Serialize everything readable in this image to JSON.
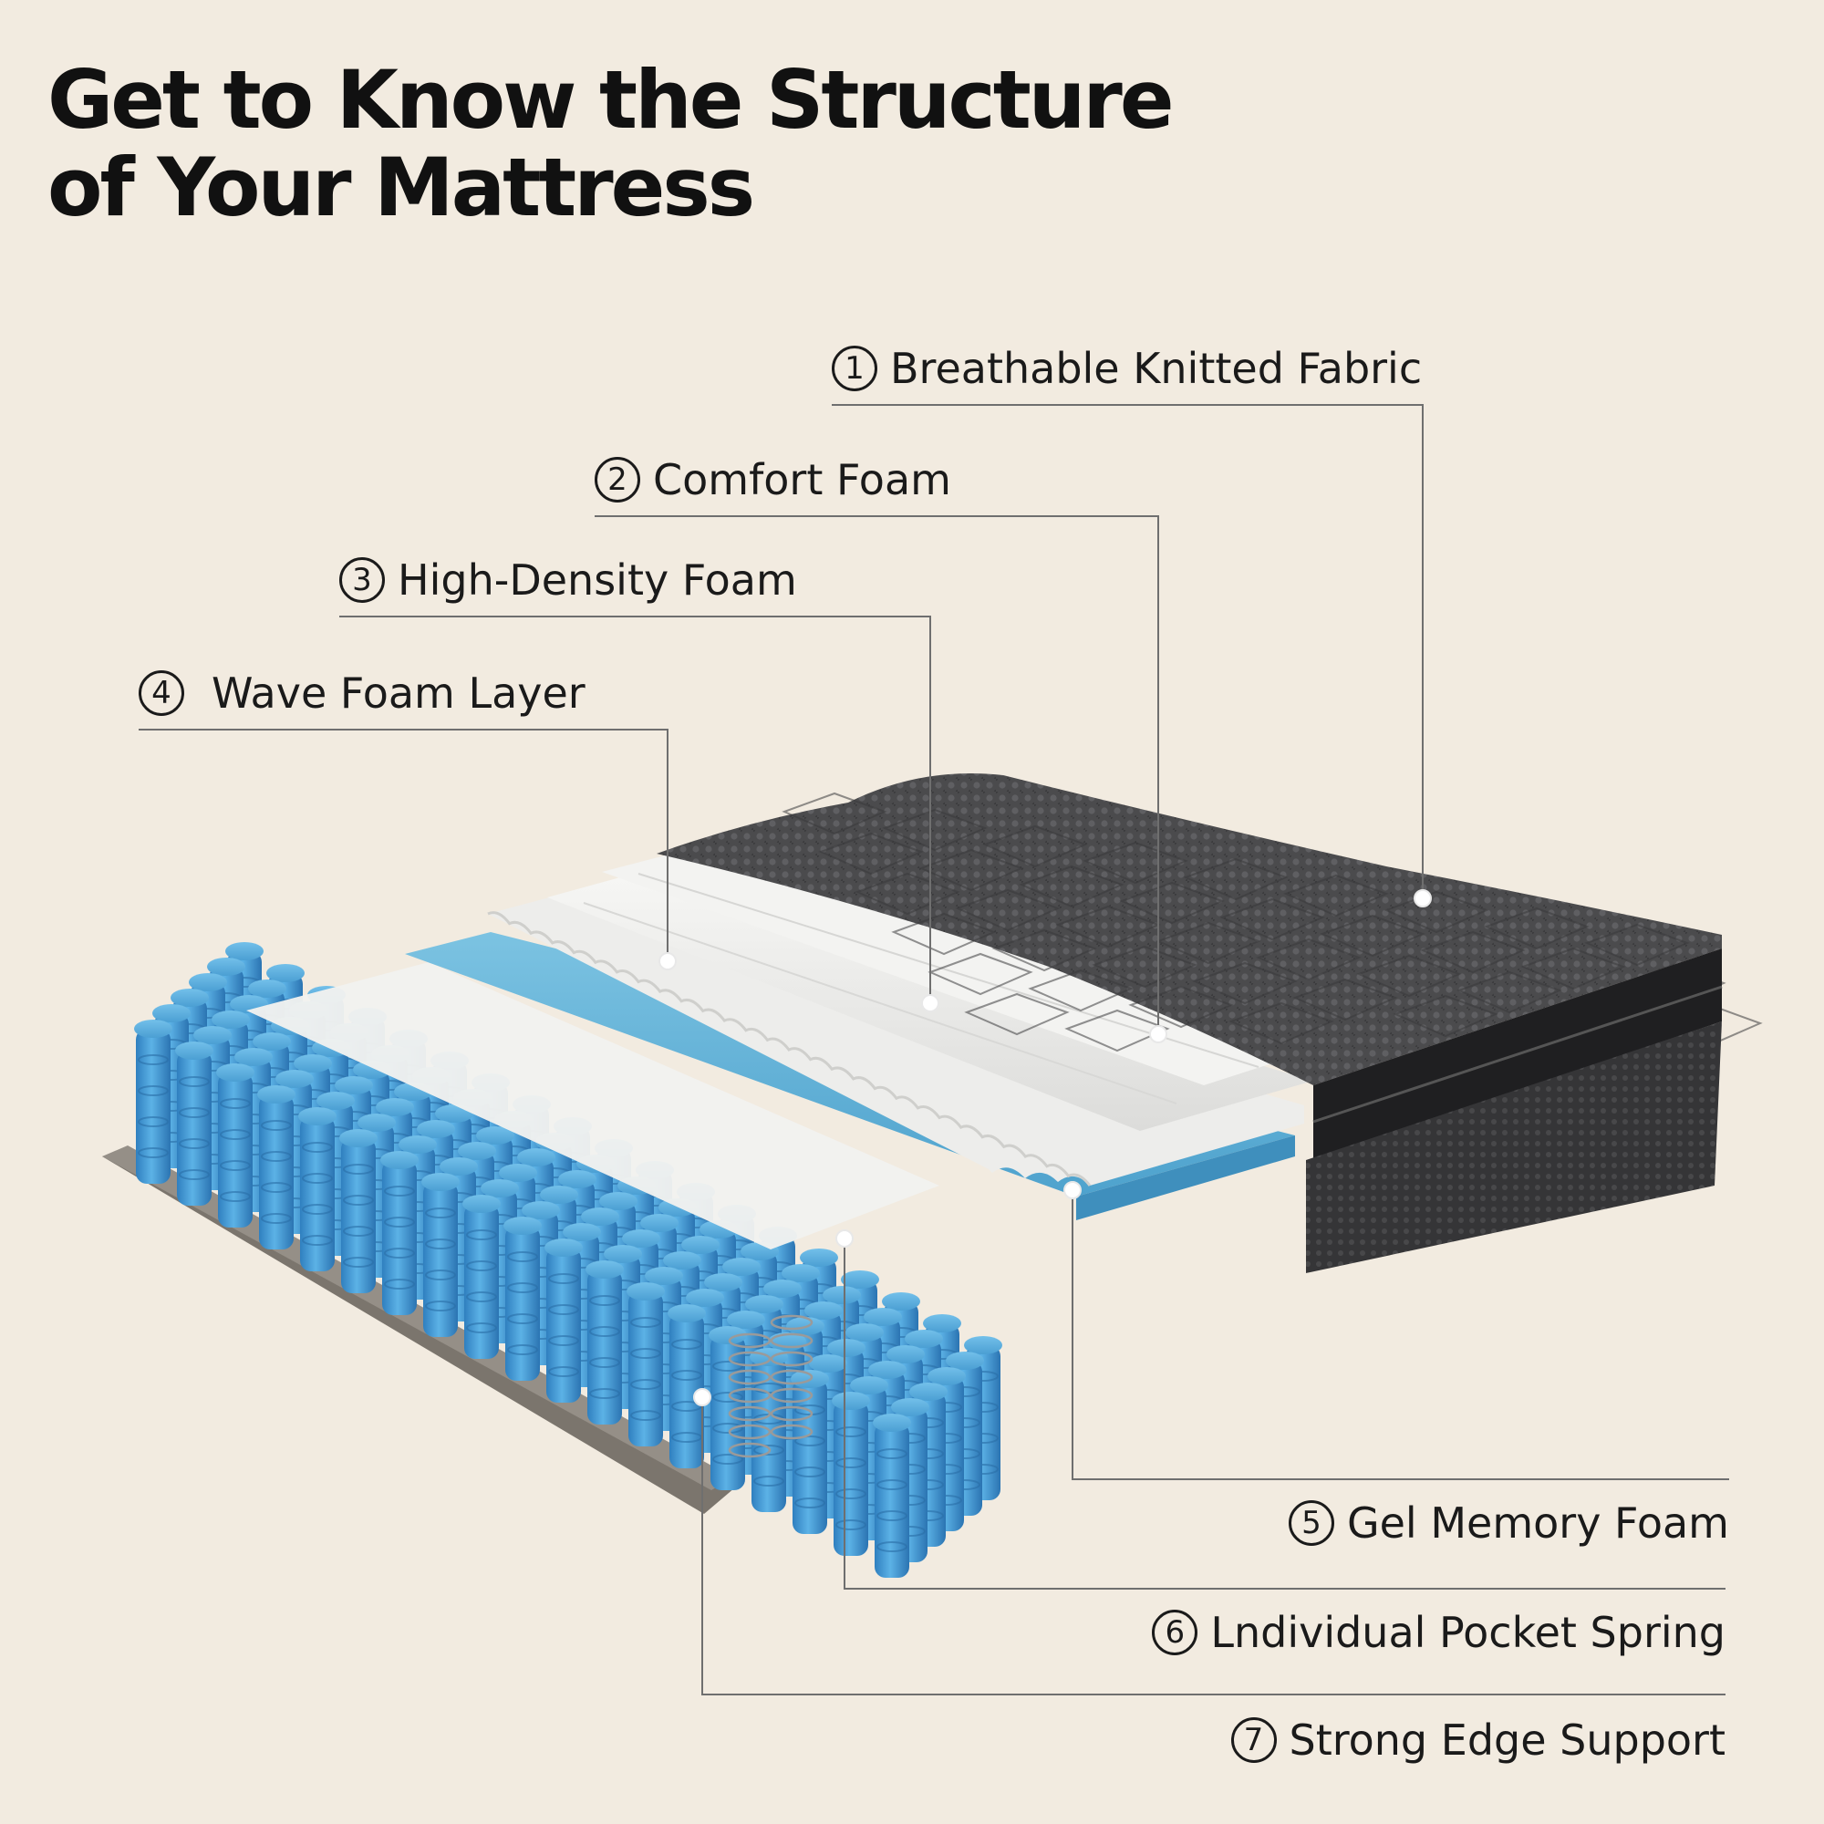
{
  "title": {
    "line1": "Get to Know the Structure",
    "line2": "of Your Mattress"
  },
  "colors": {
    "background": "#f2ebe0",
    "fabric": "#4a4a4c",
    "gel_foam": "#5aaed3",
    "spring": "#4a9fd6",
    "comfort_foam": "#ececea",
    "leader_line": "#6f6f6f",
    "marker": "#ffffff"
  },
  "callouts": [
    {
      "number": "1",
      "label": "Breathable Knitted Fabric"
    },
    {
      "number": "2",
      "label": "Comfort Foam"
    },
    {
      "number": "3",
      "label": "High-Density Foam"
    },
    {
      "number": "4",
      "label": "Wave Foam Layer"
    },
    {
      "number": "5",
      "label": "Gel Memory Foam"
    },
    {
      "number": "6",
      "label": "Lndividual Pocket Spring"
    },
    {
      "number": "7",
      "label": "Strong Edge Support"
    }
  ]
}
